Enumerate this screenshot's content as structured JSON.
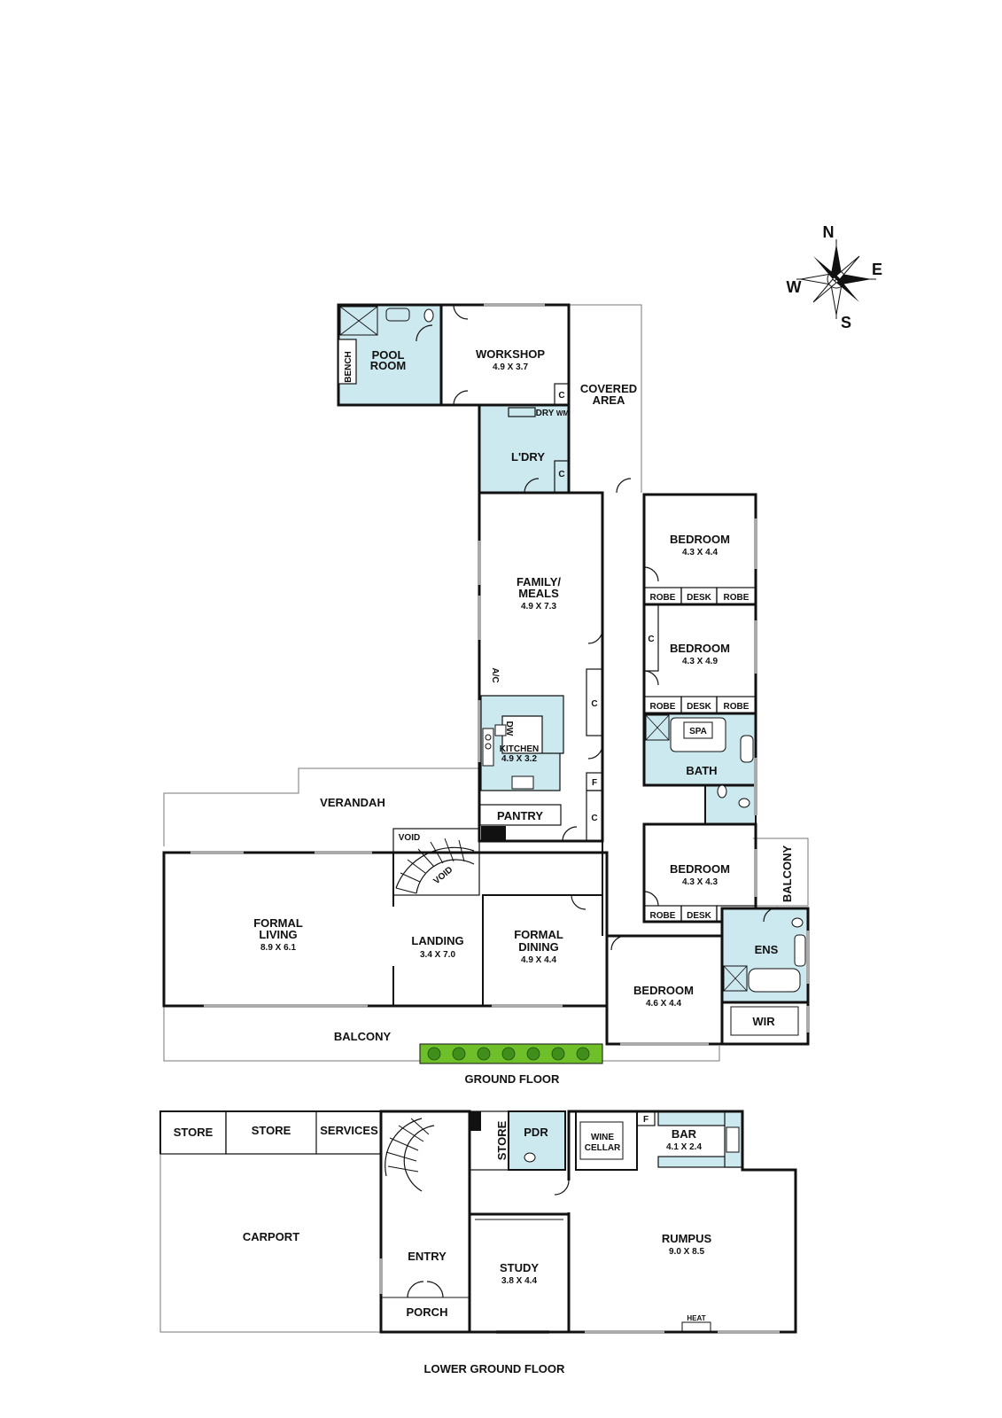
{
  "colors": {
    "wet_area": "#cde9f0",
    "planter": "#6fbf2a",
    "walls": "#111111"
  },
  "compass": {
    "n": "N",
    "e": "E",
    "s": "S",
    "w": "W"
  },
  "ground_floor": {
    "label": "GROUND FLOOR",
    "pool_room": {
      "name": "POOL\nROOM",
      "line1": "POOL",
      "line2": "ROOM"
    },
    "bench": "BENCH",
    "workshop": {
      "name": "WORKSHOP",
      "dim": "4.9 X 3.7"
    },
    "covered_area": {
      "line1": "COVERED",
      "line2": "AREA"
    },
    "c": "C",
    "dry": "DRY",
    "wm": "WM",
    "laundry": "L'DRY",
    "family_meals": {
      "line1": "FAMILY/",
      "line2": "MEALS",
      "dim": "4.9 X 7.3"
    },
    "ac": "A/C",
    "kitchen": {
      "name": "KITCHEN",
      "dim": "4.9 X 3.2"
    },
    "dw": "DW",
    "f": "F",
    "pantry": "PANTRY",
    "verandah": "VERANDAH",
    "void": "VOID",
    "formal_living": {
      "line1": "FORMAL",
      "line2": "LIVING",
      "dim": "8.9 X 6.1"
    },
    "landing": {
      "name": "LANDING",
      "dim": "3.4 X 7.0"
    },
    "formal_dining": {
      "line1": "FORMAL",
      "line2": "DINING",
      "dim": "4.9 X 4.4"
    },
    "balcony": "BALCONY",
    "bedroom1": {
      "name": "BEDROOM",
      "dim": "4.3 X 4.4"
    },
    "bedroom2": {
      "name": "BEDROOM",
      "dim": "4.3 X 4.9"
    },
    "bedroom3": {
      "name": "BEDROOM",
      "dim": "4.3 X 4.3"
    },
    "bedroom4": {
      "name": "BEDROOM",
      "dim": "4.6 X 4.4"
    },
    "robe": "ROBE",
    "desk": "DESK",
    "spa": "SPA",
    "bath": "BATH",
    "ens": "ENS",
    "wir": "WIR"
  },
  "lower_ground_floor": {
    "label": "LOWER GROUND FLOOR",
    "store": "STORE",
    "services": "SERVICES",
    "carport": "CARPORT",
    "entry": "ENTRY",
    "porch": "PORCH",
    "study": {
      "name": "STUDY",
      "dim": "3.8 X 4.4"
    },
    "pdr": "PDR",
    "wine_cellar": {
      "line1": "WINE",
      "line2": "CELLAR"
    },
    "bar": {
      "name": "BAR",
      "dim": "4.1 X 2.4"
    },
    "rumpus": {
      "name": "RUMPUS",
      "dim": "9.0 X 8.5"
    },
    "heat": "HEAT"
  }
}
